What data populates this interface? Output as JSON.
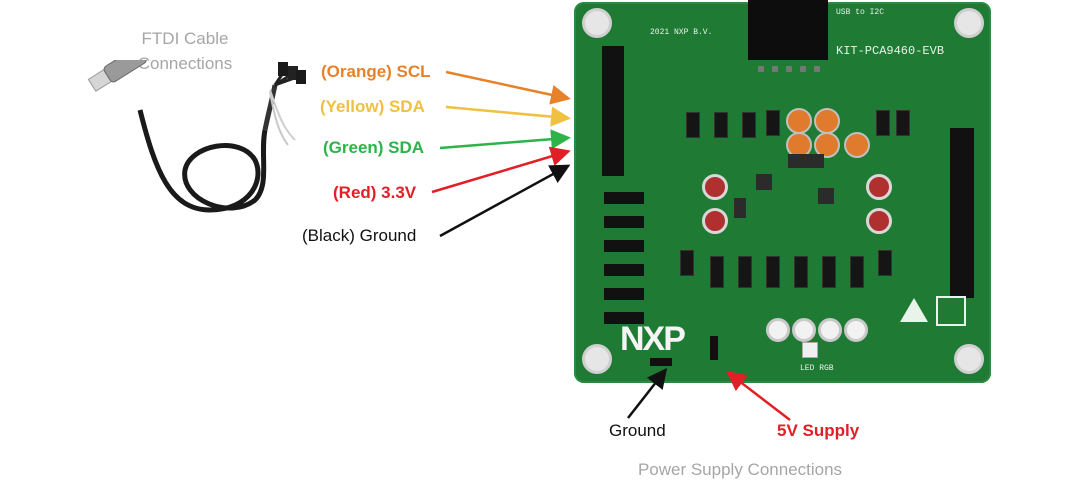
{
  "titles": {
    "ftdi": "FTDI Cable\nConnections",
    "power": "Power Supply Connections"
  },
  "labels": {
    "scl": "(Orange) SCL",
    "sda_yellow": "(Yellow) SDA",
    "sda_green": "(Green) SDA",
    "vcc": "(Red) 3.3V",
    "gnd": "(Black) Ground",
    "ground": "Ground",
    "supply": "5V Supply"
  },
  "colors": {
    "orange": "#e8822a",
    "yellow": "#f0c040",
    "green": "#2db34a",
    "red": "#e01f26",
    "black": "#111111"
  },
  "board": {
    "copyright": "2021 NXP B.V.",
    "name": "KIT-PCA9460-EVB",
    "usb_label": "USB to I2C",
    "brand": "NXP",
    "led": "LED RGB"
  }
}
